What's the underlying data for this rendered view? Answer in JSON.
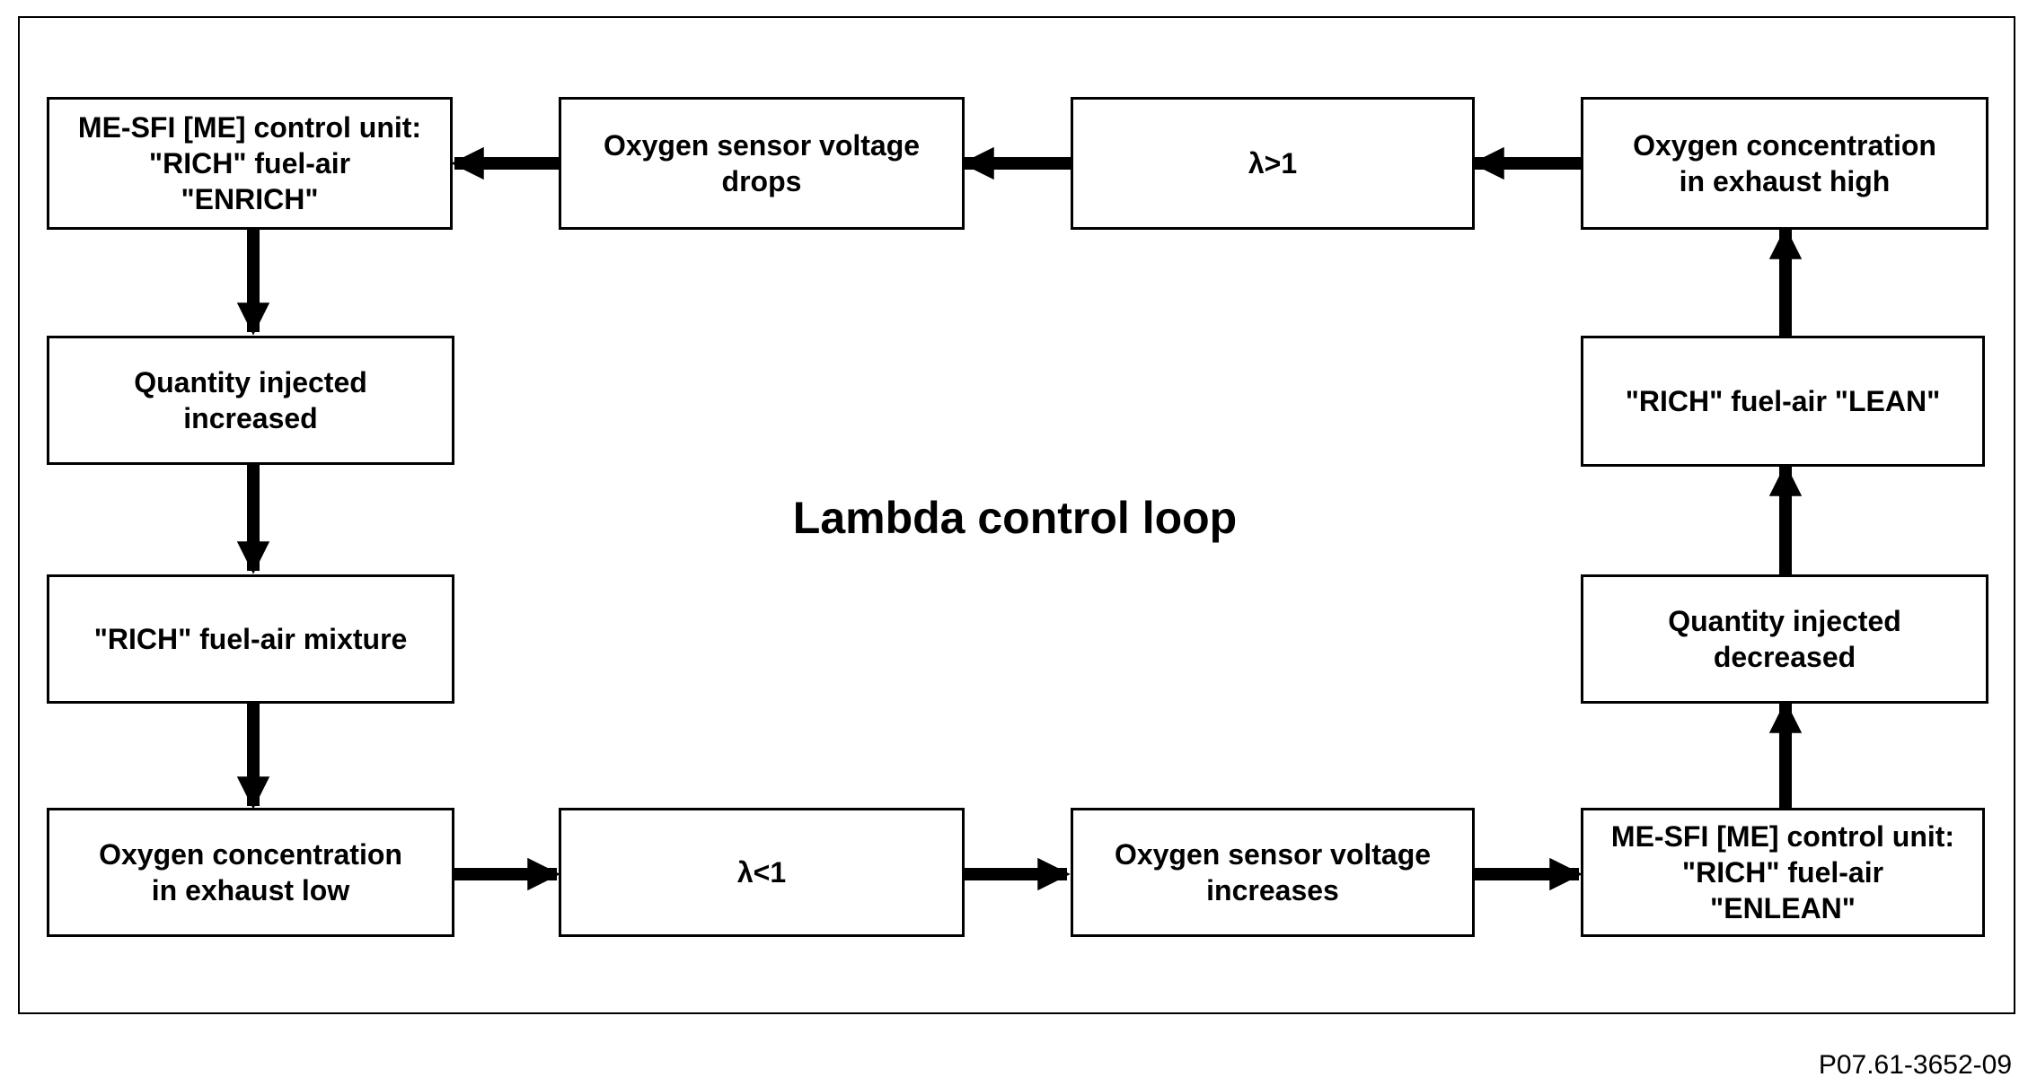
{
  "title": "Lambda control loop",
  "figure_id": "P07.61-3652-09",
  "boxes": {
    "enrich": "ME-SFI [ME] control unit:\n\"RICH\" fuel-air\n\"ENRICH\"",
    "sensor_drops": "Oxygen sensor voltage\ndrops",
    "lambda_gt": "λ>1",
    "o2_high": "Oxygen concentration\nin exhaust high",
    "qty_increased": "Quantity injected\nincreased",
    "rich_lean": "\"RICH\" fuel-air \"LEAN\"",
    "rich_mixture": "\"RICH\" fuel-air mixture",
    "qty_decreased": "Quantity injected\ndecreased",
    "o2_low": "Oxygen concentration\nin exhaust low",
    "lambda_lt": "λ<1",
    "sensor_increases": "Oxygen sensor voltage\nincreases",
    "enlean": "ME-SFI [ME] control unit:\n\"RICH\" fuel-air\n\"ENLEAN\""
  }
}
